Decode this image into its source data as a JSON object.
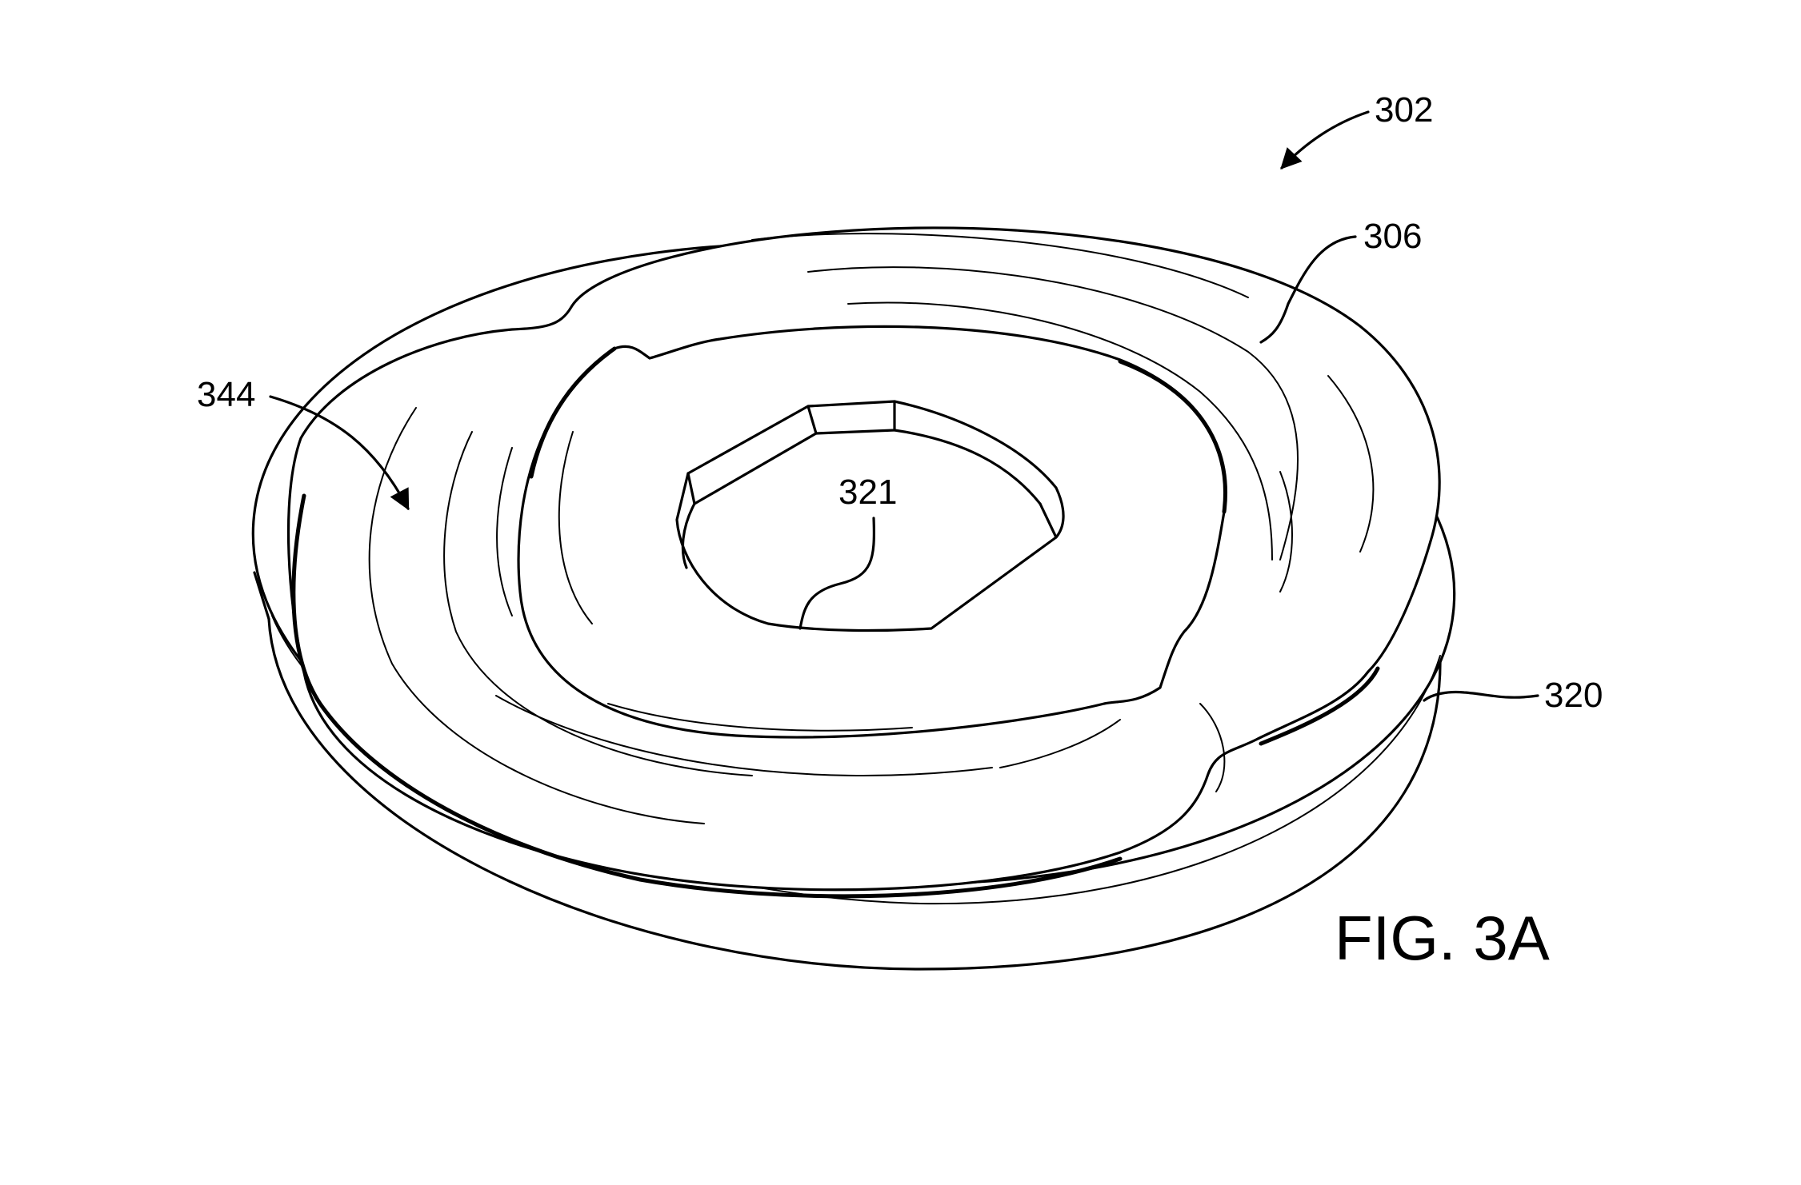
{
  "figure": {
    "caption": "FIG. 3A",
    "references": {
      "assembly": "302",
      "ring": "306",
      "channel": "344",
      "aperture": "321",
      "base": "320"
    }
  }
}
